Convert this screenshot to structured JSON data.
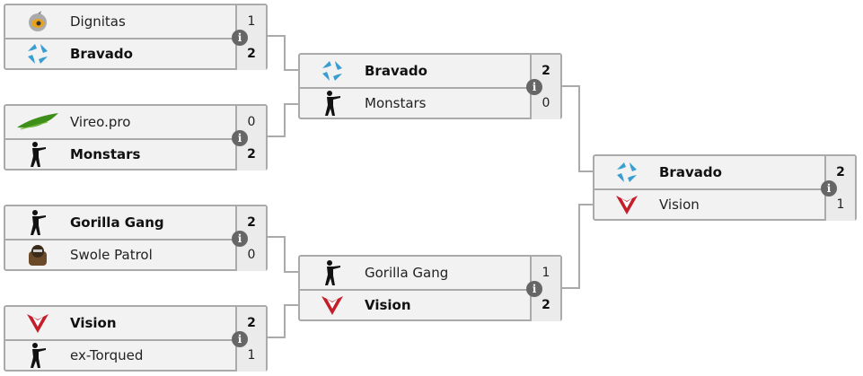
{
  "rounds": [
    [
      {
        "teams": [
          {
            "name": "Dignitas",
            "score": "1",
            "logo": "dignitas-logo"
          },
          {
            "name": "Bravado",
            "score": "2",
            "logo": "bravado-logo",
            "winner": true
          }
        ]
      },
      {
        "teams": [
          {
            "name": "Vireo.pro",
            "score": "0",
            "logo": "vireo-logo"
          },
          {
            "name": "Monstars",
            "score": "2",
            "logo": "csgo-soldier-logo",
            "winner": true
          }
        ]
      },
      {
        "teams": [
          {
            "name": "Gorilla Gang",
            "score": "2",
            "logo": "csgo-soldier-logo",
            "winner": true
          },
          {
            "name": "Swole Patrol",
            "score": "0",
            "logo": "swole-patrol-logo"
          }
        ]
      },
      {
        "teams": [
          {
            "name": "Vision",
            "score": "2",
            "logo": "vision-logo",
            "winner": true
          },
          {
            "name": "ex-Torqued",
            "score": "1",
            "logo": "csgo-soldier-logo"
          }
        ]
      }
    ],
    [
      {
        "teams": [
          {
            "name": "Bravado",
            "score": "2",
            "logo": "bravado-logo",
            "winner": true
          },
          {
            "name": "Monstars",
            "score": "0",
            "logo": "csgo-soldier-logo"
          }
        ]
      },
      {
        "teams": [
          {
            "name": "Gorilla Gang",
            "score": "1",
            "logo": "csgo-soldier-logo"
          },
          {
            "name": "Vision",
            "score": "2",
            "logo": "vision-logo",
            "winner": true
          }
        ]
      }
    ],
    [
      {
        "teams": [
          {
            "name": "Bravado",
            "score": "2",
            "logo": "bravado-logo",
            "winner": true
          },
          {
            "name": "Vision",
            "score": "1",
            "logo": "vision-logo"
          }
        ]
      }
    ]
  ],
  "info_icon": "i"
}
